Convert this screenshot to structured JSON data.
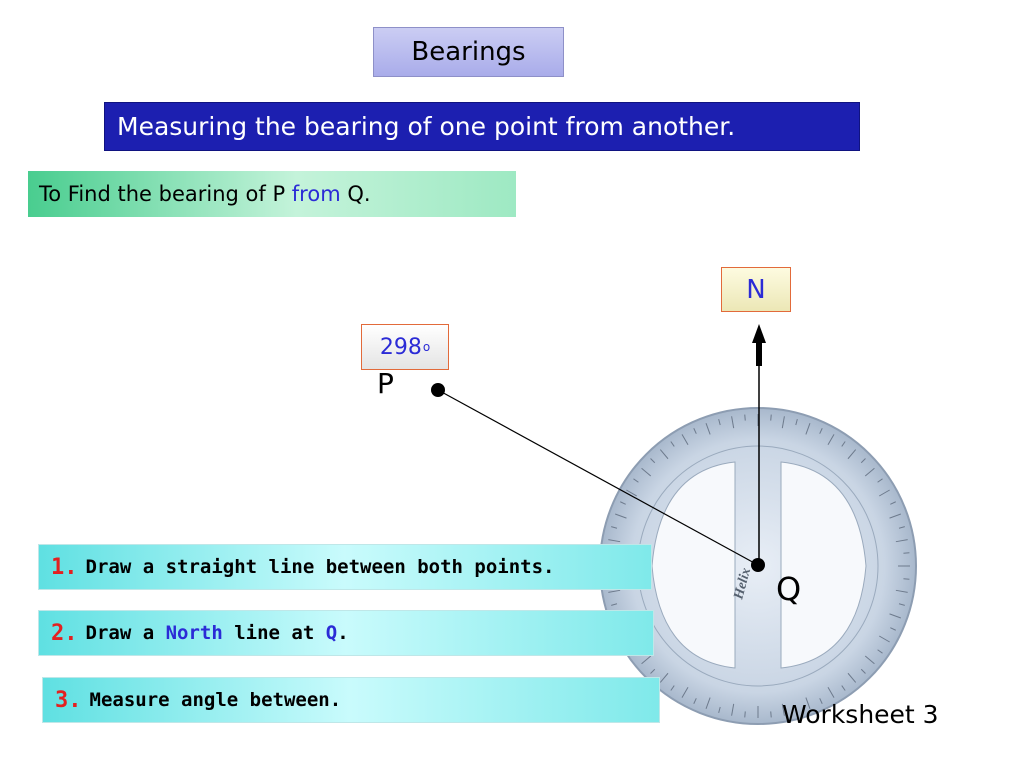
{
  "title": "Bearings",
  "subtitle": "Measuring the bearing of one point from another.",
  "task": {
    "prefix": "To Find the bearing of P ",
    "highlight": "from",
    "suffix": " Q."
  },
  "angle": {
    "value": "298",
    "unit": "o"
  },
  "north_label": "N",
  "points": {
    "p": "P",
    "q": "Q"
  },
  "steps": [
    {
      "number": "1.",
      "text": "Draw a straight line between both points."
    },
    {
      "number": "2.",
      "before": "Draw a ",
      "highlight1": "North",
      "middle": " line at ",
      "highlight2": "Q",
      "after": "."
    },
    {
      "number": "3.",
      "text": "Measure angle between."
    }
  ],
  "worksheet_label": "Worksheet 3",
  "protractor_brand": "Helix",
  "colors": {
    "title_bg": "#b8baf0",
    "subtitle_bg": "#1c1fb0",
    "task_bg": "#9ee9c3",
    "step_bg": "#5fe0e2",
    "accent_blue": "#2b2bd6",
    "step_number_red": "#e32020",
    "label_border": "#e26a3a"
  }
}
